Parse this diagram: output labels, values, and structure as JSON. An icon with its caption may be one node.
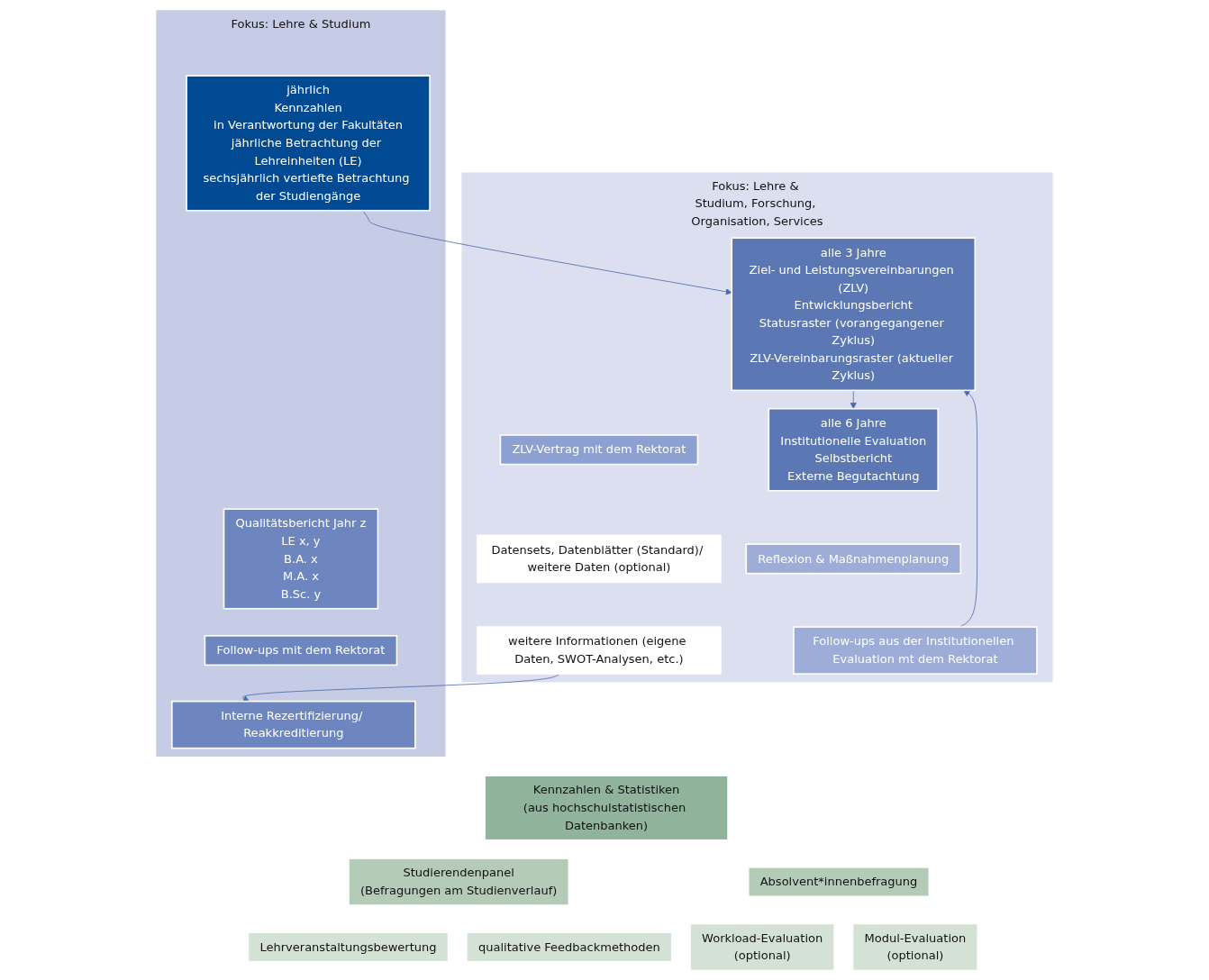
{
  "diagram": {
    "nodes": [
      {
        "text": [
          "Fokus: Lehre & Studium"
        ]
      },
      {
        "text": [
          "jährlich",
          "Kennzahlen",
          "in Verantwortung der Fakultäten",
          "jährliche Betrachtung der Lehreinheiten (LE)",
          "sechsjährlich vertiefte Betrachtung der Studiengänge"
        ],
        "in": 0
      },
      {
        "text": [
          "Qualitätsbericht Jahr z",
          "LE x, y",
          "B.A. x",
          "M.A. x",
          "B.Sc. y"
        ],
        "in": 0
      },
      {
        "text": [
          "Follow-ups mit dem Rektorat"
        ],
        "in": 0
      },
      {
        "text": [
          "Interne Rezertifizierung/ Reakkreditierung"
        ],
        "in": 0
      },
      {
        "text": [
          "Fokus: Lehre & Studium, Forschung, Organisation, Services"
        ]
      },
      {
        "text": [
          "alle 3 Jahre",
          "Ziel- und Leistungsvereinbarungen (ZLV)",
          "Entwicklungsbericht",
          "Statusraster (vorangegangener Zyklus)",
          "ZLV-Vereinbarungsraster (aktueller Zyklus)"
        ],
        "in": 5
      },
      {
        "text": [
          "ZLV-Vertrag mit dem Rektorat"
        ],
        "in": 5
      },
      {
        "text": [
          "alle 6 Jahre",
          "Institutionelle Evaluation",
          "Selbstbericht",
          "Externe Begutachtung"
        ],
        "in": 5
      },
      {
        "text": [
          "Reflexion & Maßnahmenplanung"
        ],
        "in": 5
      },
      {
        "text": [
          "Follow-ups aus der Institutionellen Evaluation mt dem Rektorat"
        ],
        "in": 5
      },
      {
        "text": [
          "Datensets, Datenblätter (Standard)/ weitere Daten (optional)"
        ],
        "in": 5
      },
      {
        "text": [
          "weitere Informationen (eigene Daten, SWOT-Analysen, etc.)"
        ],
        "in": 5
      },
      {
        "text": [
          "Kennzahlen & Statistiken",
          "(aus hochschulstatistischen Datenbanken)"
        ]
      },
      {
        "text": [
          "Studierendenpanel",
          "(Befragungen am Studienverlauf)"
        ]
      },
      {
        "text": [
          "Absolvent*innenbefragung"
        ]
      },
      {
        "text": [
          "Lehrveranstaltungsbewertung"
        ]
      },
      {
        "text": [
          "qualitative Feedbackmethoden"
        ]
      },
      {
        "text": [
          "Workload-Evaluation",
          "(optional)"
        ]
      },
      {
        "text": [
          "Modul-Evaluation",
          "(optional)"
        ]
      }
    ],
    "edges": [
      {
        "from": 1,
        "to": 6,
        "arrow": "to"
      },
      {
        "from": 6,
        "to": 8,
        "arrow": "to"
      },
      {
        "from": 10,
        "to": 6,
        "arrow": "to"
      },
      {
        "from": 12,
        "to": 4,
        "arrow": "to"
      }
    ]
  }
}
